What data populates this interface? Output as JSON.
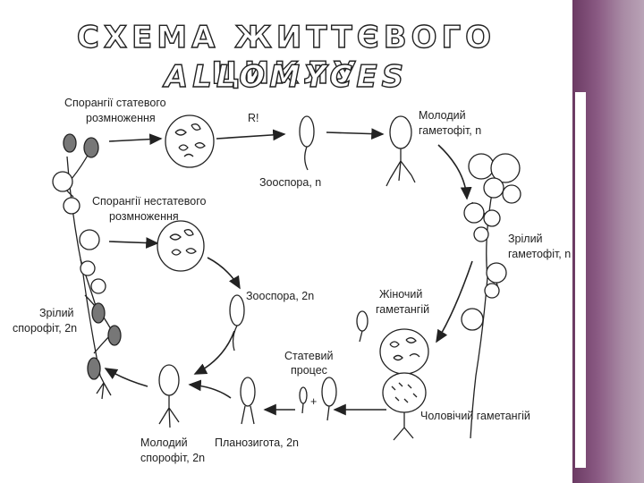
{
  "slide": {
    "title_line1": "СХЕМА ЖИТТЄВОГО ЦИКЛУ",
    "title_line2": "ALLOMYCES"
  },
  "labels": {
    "sexual_sporangia_1": "Спорангії статевого",
    "sexual_sporangia_2": "розмноження",
    "r_mark": "R!",
    "young_gametophyte_1": "Молодий",
    "young_gametophyte_2": "гаметофіт, n",
    "zoospore_n": "Зооспора, n",
    "asexual_sporangia_1": "Спорангії нестатевого",
    "asexual_sporangia_2": "розмноження",
    "mature_gametophyte_1": "Зрілий",
    "mature_gametophyte_2": "гаметофіт, n",
    "zoospore_2n": "Зооспора, 2n",
    "female_gametangium_1": "Жіночий",
    "female_gametangium_2": "гаметангій",
    "mature_sporophyte_1": "Зрілий",
    "mature_sporophyte_2": "спорофіт, 2n",
    "sexual_process_1": "Статевий",
    "sexual_process_2": "процес",
    "plus": "+",
    "male_gametangium": "Чоловічий гаметангій",
    "young_sporophyte_1": "Молодий",
    "young_sporophyte_2": "спорофіт, 2n",
    "planozygote": "Планозигота, 2n"
  },
  "colors": {
    "side_band": "#7a4a72",
    "title_fill": "#ffffff",
    "ink": "#222222",
    "sporangium_dark": "#777777"
  }
}
